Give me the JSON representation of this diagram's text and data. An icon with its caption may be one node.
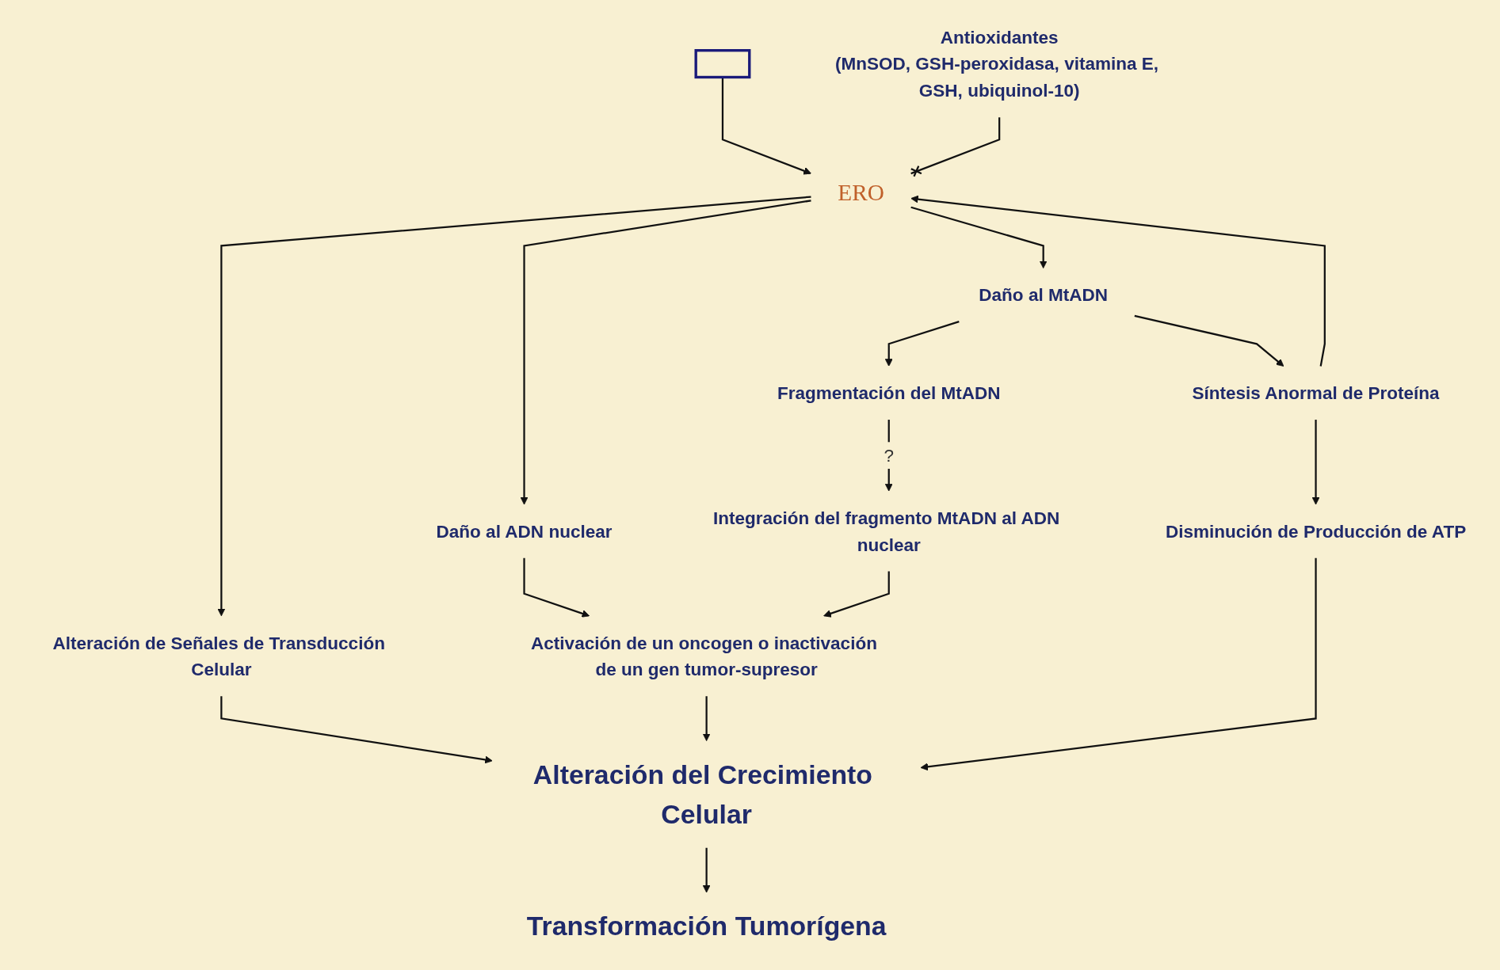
{
  "diagram": {
    "nodes": [
      {
        "text": [],
        "shape": "box"
      },
      {
        "text": [
          "ERO"
        ]
      },
      {
        "text": [
          "Antioxidantes",
          "(MnSOD, GSH-peroxidasa, vitamina E, GSH, ubiquinol-10)"
        ]
      },
      {
        "text": [
          "Daño al ADN nuclear"
        ]
      },
      {
        "text": [
          "Daño al MtADN"
        ]
      },
      {
        "text": [
          "Alteración de Señales de Transducción Celular"
        ]
      },
      {
        "text": [
          "Fragmentación del MtADN"
        ]
      },
      {
        "text": [
          "Síntesis Anormal de Proteína"
        ]
      },
      {
        "text": [
          "Activación de un oncogen o inactivación de un gen tumor-supresor"
        ]
      },
      {
        "text": [
          "Integración del fragmento MtADN al ADN nuclear"
        ]
      },
      {
        "text": [
          "Disminución de Producción de ATP"
        ]
      },
      {
        "text": [
          "Alteración del Crecimiento Celular"
        ]
      },
      {
        "text": [
          "Transformación Tumorígena"
        ]
      }
    ],
    "edges": [
      {
        "from": 0,
        "to": 1,
        "arrow": "to"
      },
      {
        "from": 2,
        "to": 1,
        "arrow": "other"
      },
      {
        "from": 1,
        "to": 5,
        "arrow": "to"
      },
      {
        "from": 1,
        "to": 3,
        "arrow": "to"
      },
      {
        "from": 1,
        "to": 4,
        "arrow": "to"
      },
      {
        "from": 4,
        "to": 6,
        "arrow": "to"
      },
      {
        "from": 4,
        "to": 7,
        "arrow": "to"
      },
      {
        "from": 7,
        "to": 1,
        "arrow": "to"
      },
      {
        "from": 6,
        "to": 9,
        "label": "?",
        "arrow": "to"
      },
      {
        "from": 3,
        "to": 8,
        "arrow": "to"
      },
      {
        "from": 9,
        "to": 8,
        "arrow": "to"
      },
      {
        "from": 7,
        "to": 10,
        "arrow": "to"
      },
      {
        "from": 5,
        "to": 11,
        "arrow": "to"
      },
      {
        "from": 8,
        "to": 11,
        "arrow": "to"
      },
      {
        "from": 10,
        "to": 11,
        "arrow": "to"
      },
      {
        "from": 11,
        "to": 12,
        "arrow": "to"
      }
    ]
  }
}
